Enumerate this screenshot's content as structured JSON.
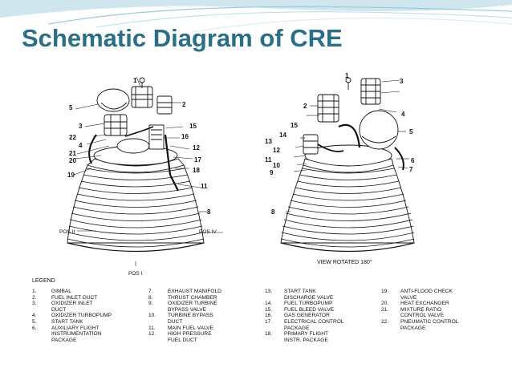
{
  "slide": {
    "title": "Schematic Diagram of CRE",
    "accent_color": "#2a6f86"
  },
  "left_view": {
    "callouts": [
      "1",
      "2",
      "5",
      "3",
      "22",
      "4",
      "21",
      "20",
      "19",
      "15",
      "16",
      "12",
      "17",
      "18",
      "11",
      "8"
    ],
    "pos_left": "POS II",
    "pos_right": "POS IV",
    "pos_bottom": "POS I"
  },
  "right_view": {
    "callouts": [
      "1",
      "3",
      "2",
      "15",
      "4",
      "14",
      "5",
      "13",
      "12",
      "11",
      "10",
      "9",
      "6",
      "7",
      "8"
    ],
    "caption": "VIEW ROTATED 180°"
  },
  "legend": {
    "title": "LEGEND",
    "columns": [
      [
        {
          "num": "1.",
          "text": "GIMBAL"
        },
        {
          "num": "2.",
          "text": "FUEL INLET DUCT"
        },
        {
          "num": "3.",
          "text": "OXIDIZER INLET"
        },
        {
          "num": "",
          "text": "DUCT"
        },
        {
          "num": "4.",
          "text": "OXIDIZER TURBOPUMP"
        },
        {
          "num": "5.",
          "text": "START TANK"
        },
        {
          "num": "6.",
          "text": "AUXILIARY FLIGHT"
        },
        {
          "num": "",
          "text": "INSTRUMENTATION"
        },
        {
          "num": "",
          "text": "PACKAGE"
        }
      ],
      [
        {
          "num": "7.",
          "text": "EXHAUST MANIFOLD"
        },
        {
          "num": "8.",
          "text": "THRUST CHAMBER"
        },
        {
          "num": "9.",
          "text": "OXIDIZER TURBINE"
        },
        {
          "num": "",
          "text": "BYPASS VALVE"
        },
        {
          "num": "10.",
          "text": "TURBINE BYPASS"
        },
        {
          "num": "",
          "text": "DUCT"
        },
        {
          "num": "11.",
          "text": "MAIN FUEL VALVE"
        },
        {
          "num": "12.",
          "text": "HIGH PRESSURE"
        },
        {
          "num": "",
          "text": "FUEL DUCT"
        }
      ],
      [
        {
          "num": "13.",
          "text": "START TANK"
        },
        {
          "num": "",
          "text": "DISCHARGE VALVE"
        },
        {
          "num": "14.",
          "text": "FUEL TURBOPUMP"
        },
        {
          "num": "15.",
          "text": "FUEL BLEED VALVE"
        },
        {
          "num": "16.",
          "text": "GAS GENERATOR"
        },
        {
          "num": "17.",
          "text": "ELECTRICAL CONTROL"
        },
        {
          "num": "",
          "text": "PACKAGE"
        },
        {
          "num": "18.",
          "text": "PRIMARY FLIGHT"
        },
        {
          "num": "",
          "text": "INSTR. PACKAGE"
        }
      ],
      [
        {
          "num": "19.",
          "text": "ANTI-FLOOD CHECK"
        },
        {
          "num": "",
          "text": "VALVE"
        },
        {
          "num": "20.",
          "text": "HEAT EXCHANGER"
        },
        {
          "num": "21.",
          "text": "MIXTURE RATIO"
        },
        {
          "num": "",
          "text": "CONTROL VALVE"
        },
        {
          "num": "22.",
          "text": "PNEUMATIC CONTROL"
        },
        {
          "num": "",
          "text": "PACKAGE"
        }
      ]
    ]
  }
}
